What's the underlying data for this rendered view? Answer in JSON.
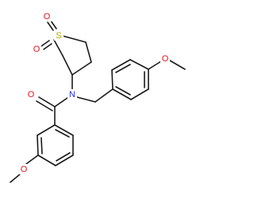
{
  "atom_labels": {
    "sulfur": "S",
    "sulfonyl_oxygen_left": "O",
    "sulfonyl_oxygen_top": "O",
    "amide_nitrogen": "N",
    "carbonyl_oxygen": "O",
    "methoxy_oxygen_right": "O",
    "methoxy_oxygen_bottom": "O"
  },
  "colors": {
    "carbon_bond": "#1a1a1a",
    "oxygen": "#e8101a",
    "nitrogen": "#1f2fd6",
    "sulfur": "#b8a400"
  }
}
